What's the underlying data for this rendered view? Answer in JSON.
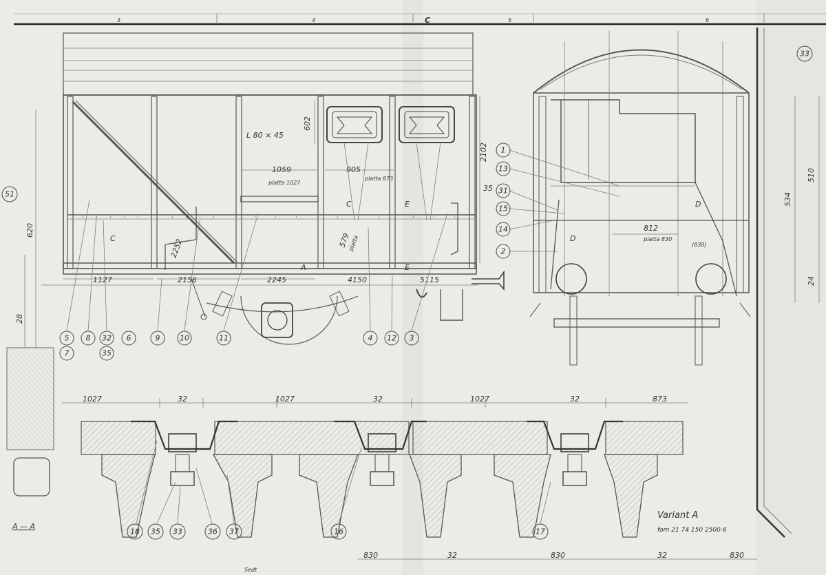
{
  "sheet": {
    "zone_markers": [
      "3",
      "4",
      "C",
      "5",
      "6"
    ],
    "section_label": "A — A",
    "variant_label": "Variant A",
    "variant_note": "fom 21 74 150 2500-6",
    "bottom_note": "Sedt"
  },
  "side_view": {
    "profile_label": "L 80 × 45",
    "panel_top_dim": "602",
    "height_dim": "2102",
    "panel_width_1": "1059",
    "panel_width_1_note": "platta 1027",
    "panel_width_2": "905",
    "panel_width_2_note": "platta 873",
    "diag_dim": "2252",
    "door_dim": "579",
    "door_dim_note": "platta",
    "bottom_dims": [
      "1127",
      "2156",
      "2245",
      "4150",
      "5115"
    ],
    "section_markers": [
      "A",
      "C",
      "C",
      "E",
      "E"
    ],
    "callouts": [
      "5",
      "7",
      "8",
      "32",
      "35",
      "6",
      "9",
      "10",
      "11",
      "4",
      "12",
      "3"
    ],
    "left_callout": "51",
    "left_dim": "620",
    "left_bottom_dim": "28"
  },
  "end_view": {
    "callouts": [
      "1",
      "13",
      "31",
      "15",
      "14",
      "2"
    ],
    "left_callout": "35",
    "marker": "D",
    "dim_main": "812",
    "dim_main_note": "platta 830",
    "dim_paren": "(830)",
    "right_callout": "33",
    "right_dims": [
      "534",
      "510",
      "24"
    ]
  },
  "section_view": {
    "top_dims": [
      "1027",
      "32",
      "1027",
      "32",
      "1027",
      "32",
      "873"
    ],
    "bottom_dims": [
      "830",
      "32",
      "830",
      "32",
      "830"
    ],
    "callouts": [
      "18",
      "35",
      "33",
      "36",
      "37",
      "16",
      "17"
    ]
  }
}
